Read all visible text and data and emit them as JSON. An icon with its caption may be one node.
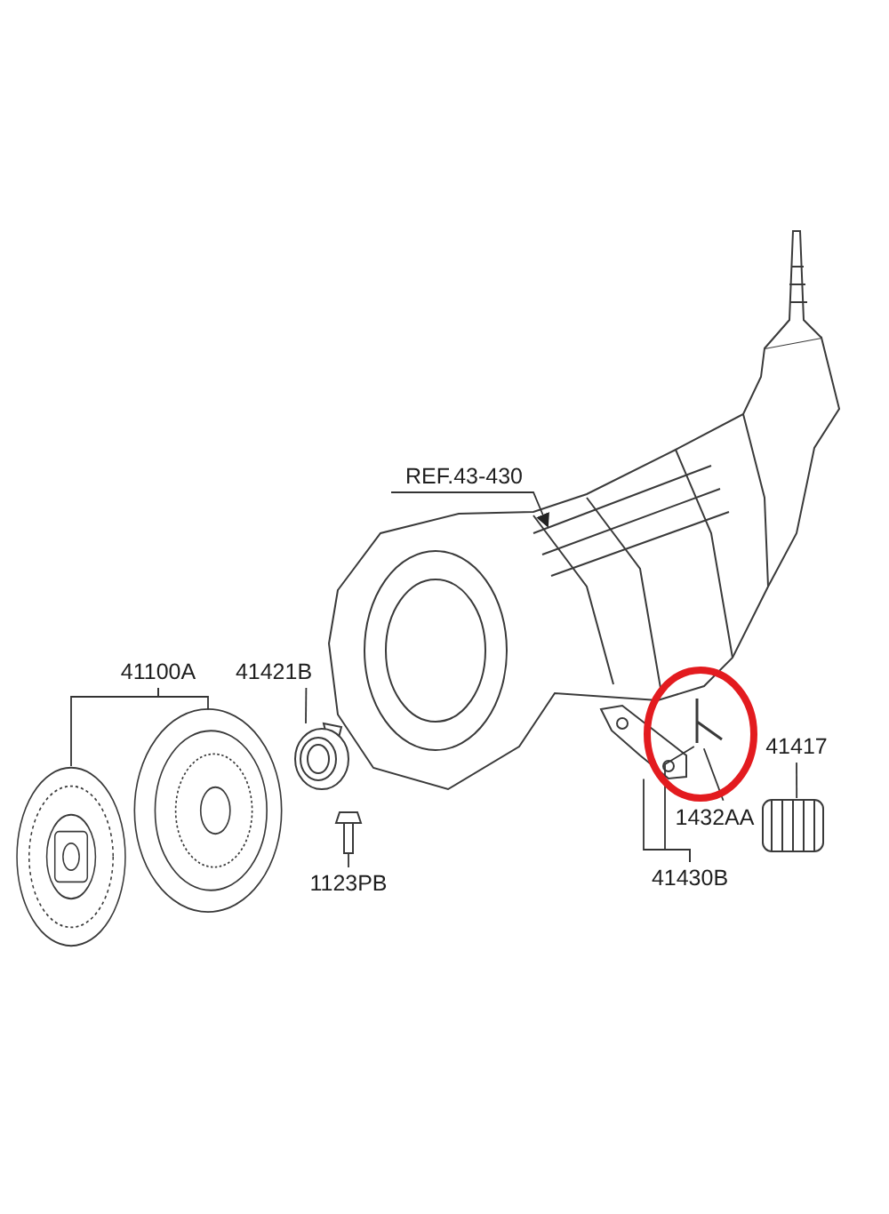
{
  "diagram": {
    "nodes": [
      {
        "text": [
          "REF.43-430"
        ]
      },
      {
        "text": [],
        "shape": "picture"
      },
      {
        "text": [
          "41100A"
        ]
      },
      {
        "text": [],
        "shape": "picture"
      },
      {
        "text": [],
        "shape": "picture"
      },
      {
        "text": [
          "41421B"
        ]
      },
      {
        "text": [],
        "shape": "picture"
      },
      {
        "text": [
          "1123PB"
        ]
      },
      {
        "text": [],
        "shape": "picture"
      },
      {
        "text": [
          "41417"
        ]
      },
      {
        "text": [],
        "shape": "picture"
      },
      {
        "text": [
          "1432AA"
        ]
      },
      {
        "text": [],
        "shape": "picture"
      },
      {
        "text": [
          "41430B"
        ]
      },
      {
        "text": [],
        "shape": "picture"
      }
    ],
    "edges": [
      {
        "from": 0,
        "to": 1,
        "arrow": "to"
      },
      {
        "from": 2,
        "to": 3,
        "arrow": "none"
      },
      {
        "from": 2,
        "to": 4,
        "arrow": "none"
      },
      {
        "from": 5,
        "to": 6,
        "arrow": "none"
      },
      {
        "from": 7,
        "to": 8,
        "arrow": "none"
      },
      {
        "from": 9,
        "to": 10,
        "arrow": "none"
      },
      {
        "from": 11,
        "to": 12,
        "arrow": "none"
      },
      {
        "from": 13,
        "to": 14,
        "arrow": "none"
      },
      {
        "from": 13,
        "to": 12,
        "arrow": "none"
      }
    ]
  }
}
